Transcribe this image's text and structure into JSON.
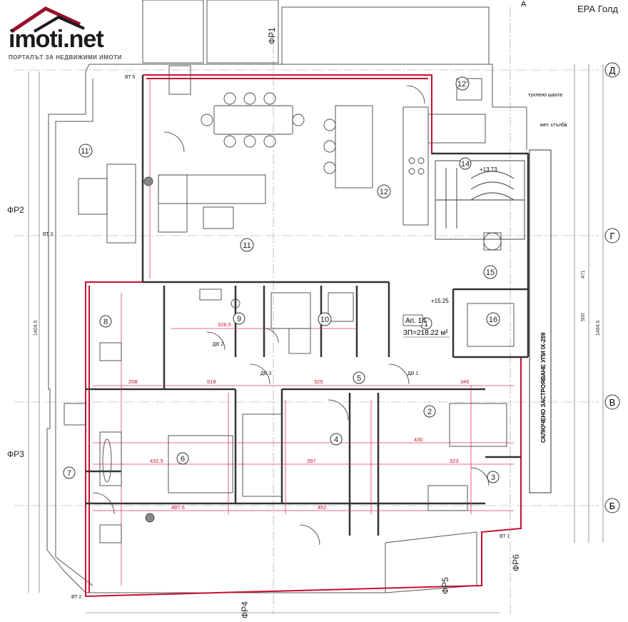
{
  "brand": {
    "name": "imoti.net",
    "tagline": "ПОРТАЛЪТ ЗА НЕДВИЖИМИ ИМОТИ"
  },
  "agency": "ЕРА Голд",
  "plan": {
    "apartment_label": "Ап. 14",
    "area_label": "ЗП=218.22 м²",
    "grid_letters": [
      "Д",
      "Г",
      "В",
      "Б",
      "А"
    ],
    "section_marks": [
      "ФР1",
      "ФР2",
      "ФР3",
      "ФР4",
      "ФР5",
      "ФР6"
    ],
    "stair_note": "СКЛЮЧЕНО ЗАСТРОЯВАНЕ УПИ IX-259",
    "level_1": "+15.25",
    "level_2": "+13.73",
    "notes": [
      "тухлено шахта",
      "мет. стълба"
    ],
    "rooms": [
      {
        "id": "r1",
        "num": "1"
      },
      {
        "id": "r2",
        "num": "2"
      },
      {
        "id": "r3",
        "num": "3"
      },
      {
        "id": "r4",
        "num": "4"
      },
      {
        "id": "r5",
        "num": "5"
      },
      {
        "id": "r6",
        "num": "6"
      },
      {
        "id": "r7",
        "num": "7"
      },
      {
        "id": "r8",
        "num": "8"
      },
      {
        "id": "r9",
        "num": "9"
      },
      {
        "id": "r10",
        "num": "10"
      },
      {
        "id": "r11",
        "num": "11"
      },
      {
        "id": "r11b",
        "num": "11'"
      },
      {
        "id": "r12",
        "num": "12"
      },
      {
        "id": "r12b",
        "num": "12'"
      },
      {
        "id": "r14",
        "num": "14"
      },
      {
        "id": "r15",
        "num": "15"
      },
      {
        "id": "r16",
        "num": "16"
      }
    ],
    "dims": [
      "208",
      "519",
      "325",
      "397",
      "432.5",
      "323",
      "430",
      "345",
      "452",
      "326.5",
      "487.5",
      "1484.5",
      "1404.5",
      "471",
      "500"
    ],
    "door_tags": [
      "ДВ 3",
      "ДВ 2",
      "ДВ 1"
    ],
    "wall_tags": [
      "ВТ 5",
      "ВТ 3",
      "ВТ 1",
      "ВТ 2"
    ]
  }
}
